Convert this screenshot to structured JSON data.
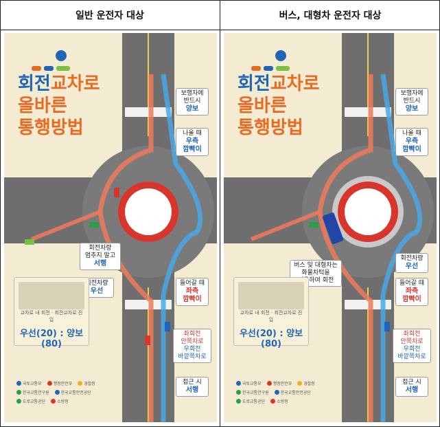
{
  "headers": {
    "left": "일반 운전자 대상",
    "right": "버스, 대형차 운전자 대상"
  },
  "poster": {
    "title_line1_a": "회전",
    "title_line1_b": "교차로",
    "title_line2": "올바른",
    "title_line3": "통행방법"
  },
  "left_callouts": {
    "pedestrian": [
      "보행자에",
      "반드시",
      "양보"
    ],
    "exit": [
      "나올 때",
      "우측",
      "깜빡이"
    ],
    "stop": [
      "회전차량",
      "멈추지 말고",
      "서행"
    ],
    "yield": [
      "회전차량",
      "우선"
    ],
    "enter": [
      "들어갈 때",
      "좌측",
      "깜빡이"
    ],
    "left_turn": [
      "좌회전",
      "안쪽차로",
      "우회전",
      "바깥쪽차로"
    ],
    "approach": [
      "접근 시",
      "서행"
    ]
  },
  "right_callouts": {
    "pedestrian": [
      "보행자에",
      "반드시",
      "양보"
    ],
    "exit": [
      "나올 때",
      "우측",
      "깜빡이"
    ],
    "bus": [
      "버스 및 대형차는",
      "화물차턱을",
      "이용하여 회전"
    ],
    "yield": [
      "회전차량",
      "우선"
    ],
    "enter": [
      "들어갈 때",
      "좌측",
      "깜빡이"
    ],
    "left_turn": [
      "좌회전",
      "안쪽차로",
      "우회전",
      "바깥쪽차로"
    ],
    "approach": [
      "접근 시",
      "서행"
    ]
  },
  "info_card": {
    "label_a": "교차로 내 회전",
    "label_b": "회전교차로 진입",
    "rule_a": "우선",
    "rule_b": "양보",
    "num_a": "(20)",
    "num_b": "(80)"
  },
  "logos": [
    "국토교통부",
    "행정안전부",
    "경찰청",
    "한국교통연구원",
    "한국교통안전공단",
    "도로교통공단",
    "소방청"
  ],
  "colors": {
    "accent_blue": "#1f64b5",
    "accent_orange": "#e86a23",
    "road": "#6e6e6e",
    "ring_red": "#d8362d",
    "bg": "#f3ebd2"
  }
}
